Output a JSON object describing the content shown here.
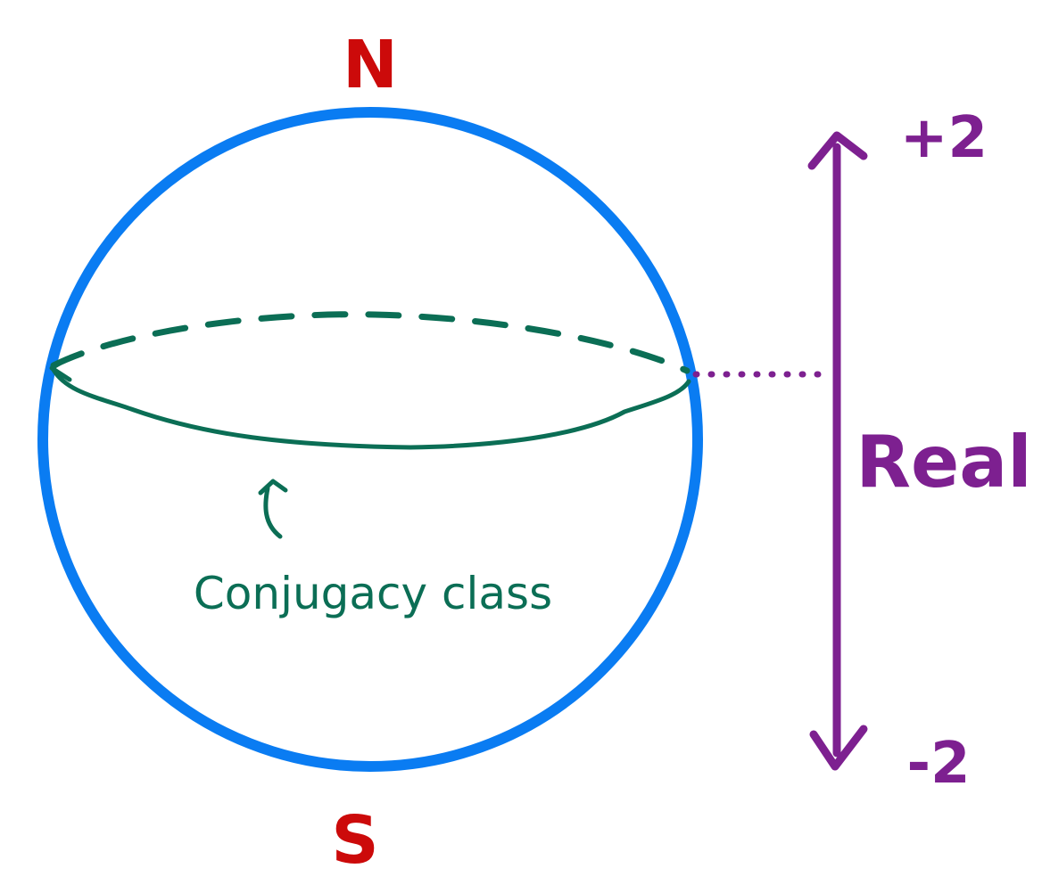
{
  "labels": {
    "north": "N",
    "south": "S",
    "plus": "+2",
    "minus": "-2",
    "real": "Real",
    "conjugacy": "Conjugacy class"
  },
  "colors": {
    "sphere": "#0a7cf2",
    "equator": "#0b6e55",
    "poles": "#cc0a0a",
    "axis": "#7d2090",
    "background": "#ffffff"
  }
}
